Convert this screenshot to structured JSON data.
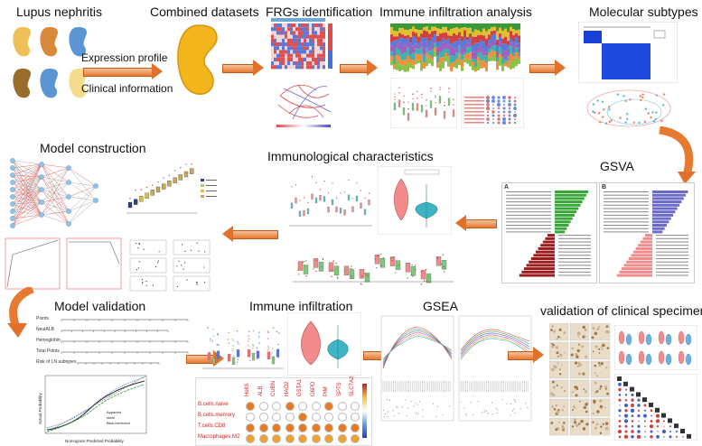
{
  "steps": {
    "lupus_nephritis": "Lupus nephritis",
    "combined_datasets": "Combined datasets",
    "frgs_identification": "FRGs identification",
    "immune_infiltration_analysis": "Immune infiltration analysis",
    "molecular_subtypes": "Molecular subtypes",
    "gsva": "GSVA",
    "immunological_characteristics": "Immunological characteristics",
    "model_construction": "Model construction",
    "model_validation": "Model validation",
    "immune_infiltration": "Immune infiltration",
    "gsea": "GSEA",
    "validation_clinical": "validation of clinical specimens"
  },
  "arrow_labels": {
    "expression_profile": "Expression profile",
    "clinical_information": "Clinical information"
  },
  "gsva_panels": {
    "a": "A",
    "b": "B"
  },
  "colors": {
    "arrow_fill": "#e77a30",
    "kidney_blue": "#5b95d3",
    "kidney_orange": "#e9b44a",
    "kidney_brown": "#9a6b2a",
    "kidney_yellow": "#f5dc8c",
    "gsva_green": "#3aa63a",
    "gsva_red": "#9b1c1c",
    "gsva_purple": "#6b6bc9",
    "gsva_pink": "#f28b8b"
  },
  "immune_table": {
    "columns": [
      "HelIS",
      "ALB",
      "CUBN",
      "HAO2",
      "GSTA1",
      "G6PD",
      "PIM",
      "SPTS",
      "SLC7A2"
    ],
    "rows": [
      "B.cells.naive",
      "B.cells.memory",
      "T.cells.CD8",
      "Macrophages.M2"
    ]
  },
  "nomogram_rows": [
    "Points",
    "NeutALB",
    "Hemoglobin",
    "Total Points",
    "Risk of LN subtypes"
  ],
  "calibration_legend": [
    "Apparent",
    "Ideal",
    "Bias-corrected"
  ],
  "calibration_axis": {
    "xlabel": "Nomogram Predicted Probability",
    "ylabel": "Actual Probability"
  }
}
